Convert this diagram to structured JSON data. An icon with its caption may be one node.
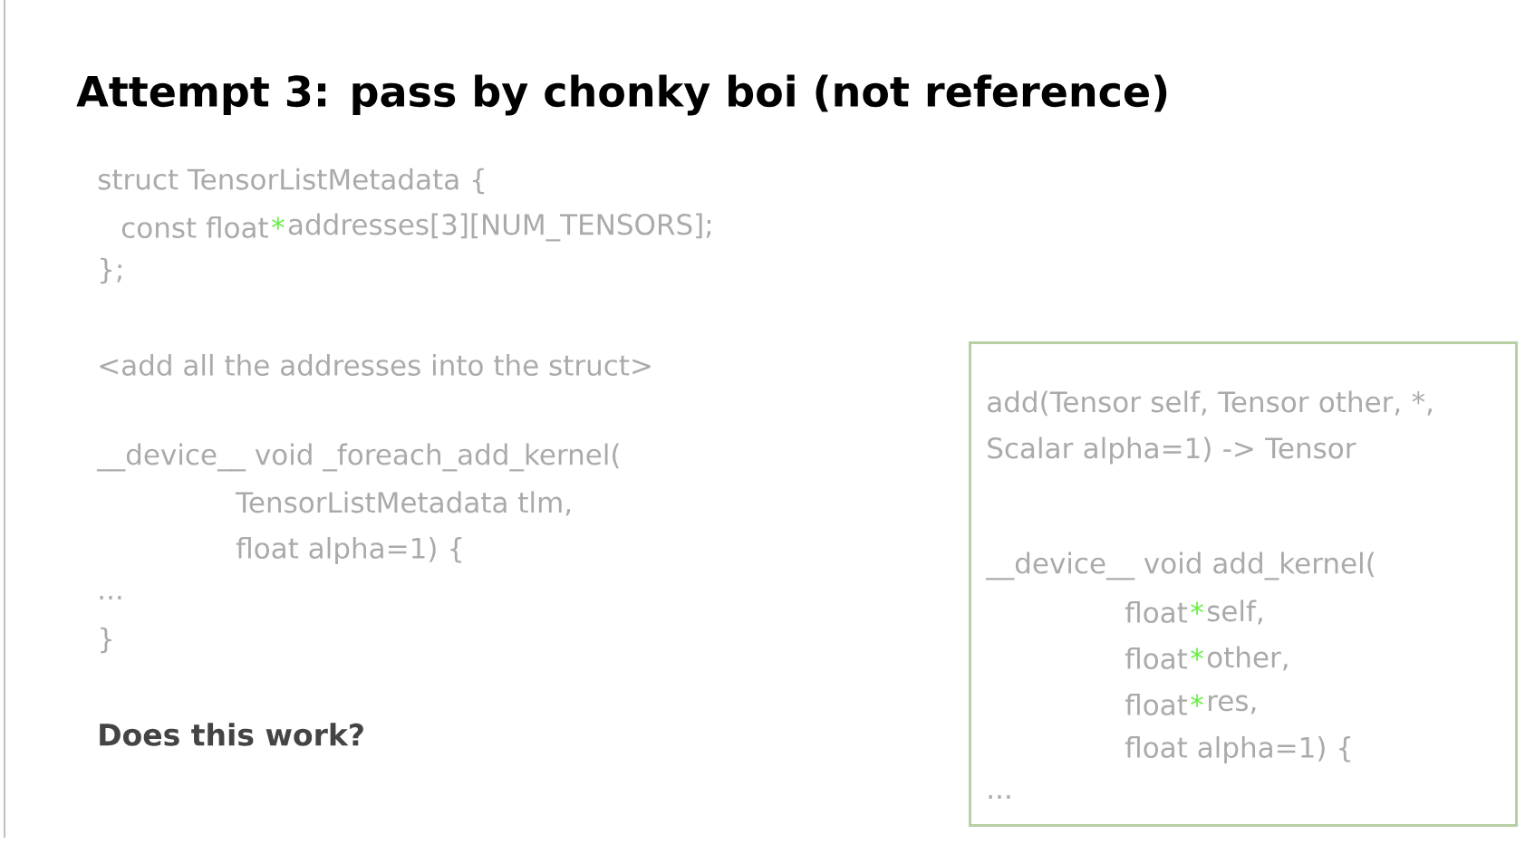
{
  "diagram": {
    "title": "Attempt 3: pass by chonky boi (not reference)",
    "nodes": [
      {
        "text": [
          "add(Tensor self, Tensor other, *, Scalar alpha=1) -> Tensor",
          "__device__ void add_kernel(",
          "float",
          "*",
          "self,",
          "float",
          "*",
          "other,",
          "float",
          "*",
          "res,",
          "float alpha=1) {",
          "..."
        ]
      }
    ],
    "labels": [
      "struct TensorListMetadata {",
      "const float",
      "*",
      "addresses[3][NUM_TENSORS];",
      "};",
      "<add all the addresses into the struct>",
      "__device__ void _foreach_add_kernel(",
      "TensorListMetadata tlm,",
      "float alpha=1) {",
      "...",
      "}",
      "Does this work?"
    ]
  }
}
